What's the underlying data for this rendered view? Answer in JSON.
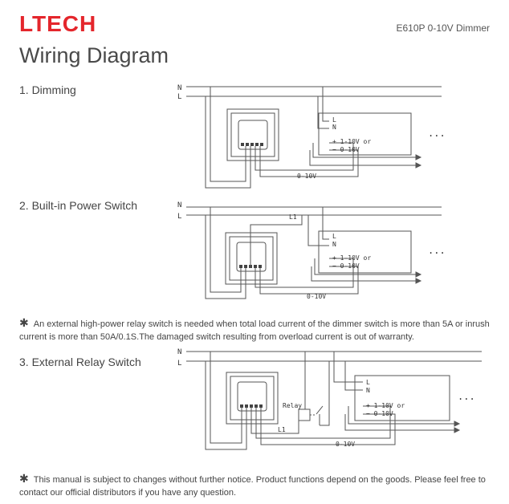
{
  "header": {
    "brand": "LTECH",
    "model": "E610P 0-10V Dimmer",
    "title": "Wiring Diagram"
  },
  "sections": [
    {
      "title": "1. Dimming"
    },
    {
      "title": "2. Built-in Power Switch"
    },
    {
      "title": "3. External Relay Switch"
    }
  ],
  "labels": {
    "n": "N",
    "l": "L",
    "l1": "L1",
    "plus_signal": "+  1-10V or",
    "minus_signal": "−  0-10V",
    "signal": "0-10V",
    "relay": "Relay",
    "more": "..."
  },
  "notes": {
    "relay_note_symbol": "✱",
    "relay_note": "An external high-power relay switch is needed when total load current of the dimmer switch is more than 5A or inrush current is more than 50A/0.1S.The damaged switch resulting from overload current is out of warranty.",
    "manual_note_symbol": "✱",
    "manual_note": "This manual is subject to changes without further notice. Product functions depend on the goods.  Please feel free to contact our official distributors if you have any question."
  }
}
